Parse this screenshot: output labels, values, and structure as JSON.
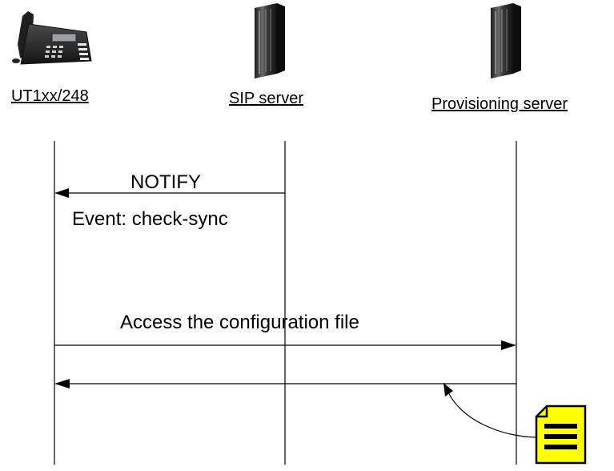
{
  "participants": {
    "phone": "UT1xx/248",
    "sip_server": "SIP server",
    "provisioning_server": "Provisioning server"
  },
  "messages": {
    "notify": "NOTIFY",
    "notify_event": "Event: check-sync",
    "access_config": "Access the configuration file"
  },
  "icons": {
    "phone": "desk-phone-icon",
    "sip_server": "server-tower-icon",
    "provisioning_server": "server-tower-icon",
    "config_file": "document-icon"
  },
  "colors": {
    "document_fill": "#ffff00",
    "line": "#000000"
  }
}
